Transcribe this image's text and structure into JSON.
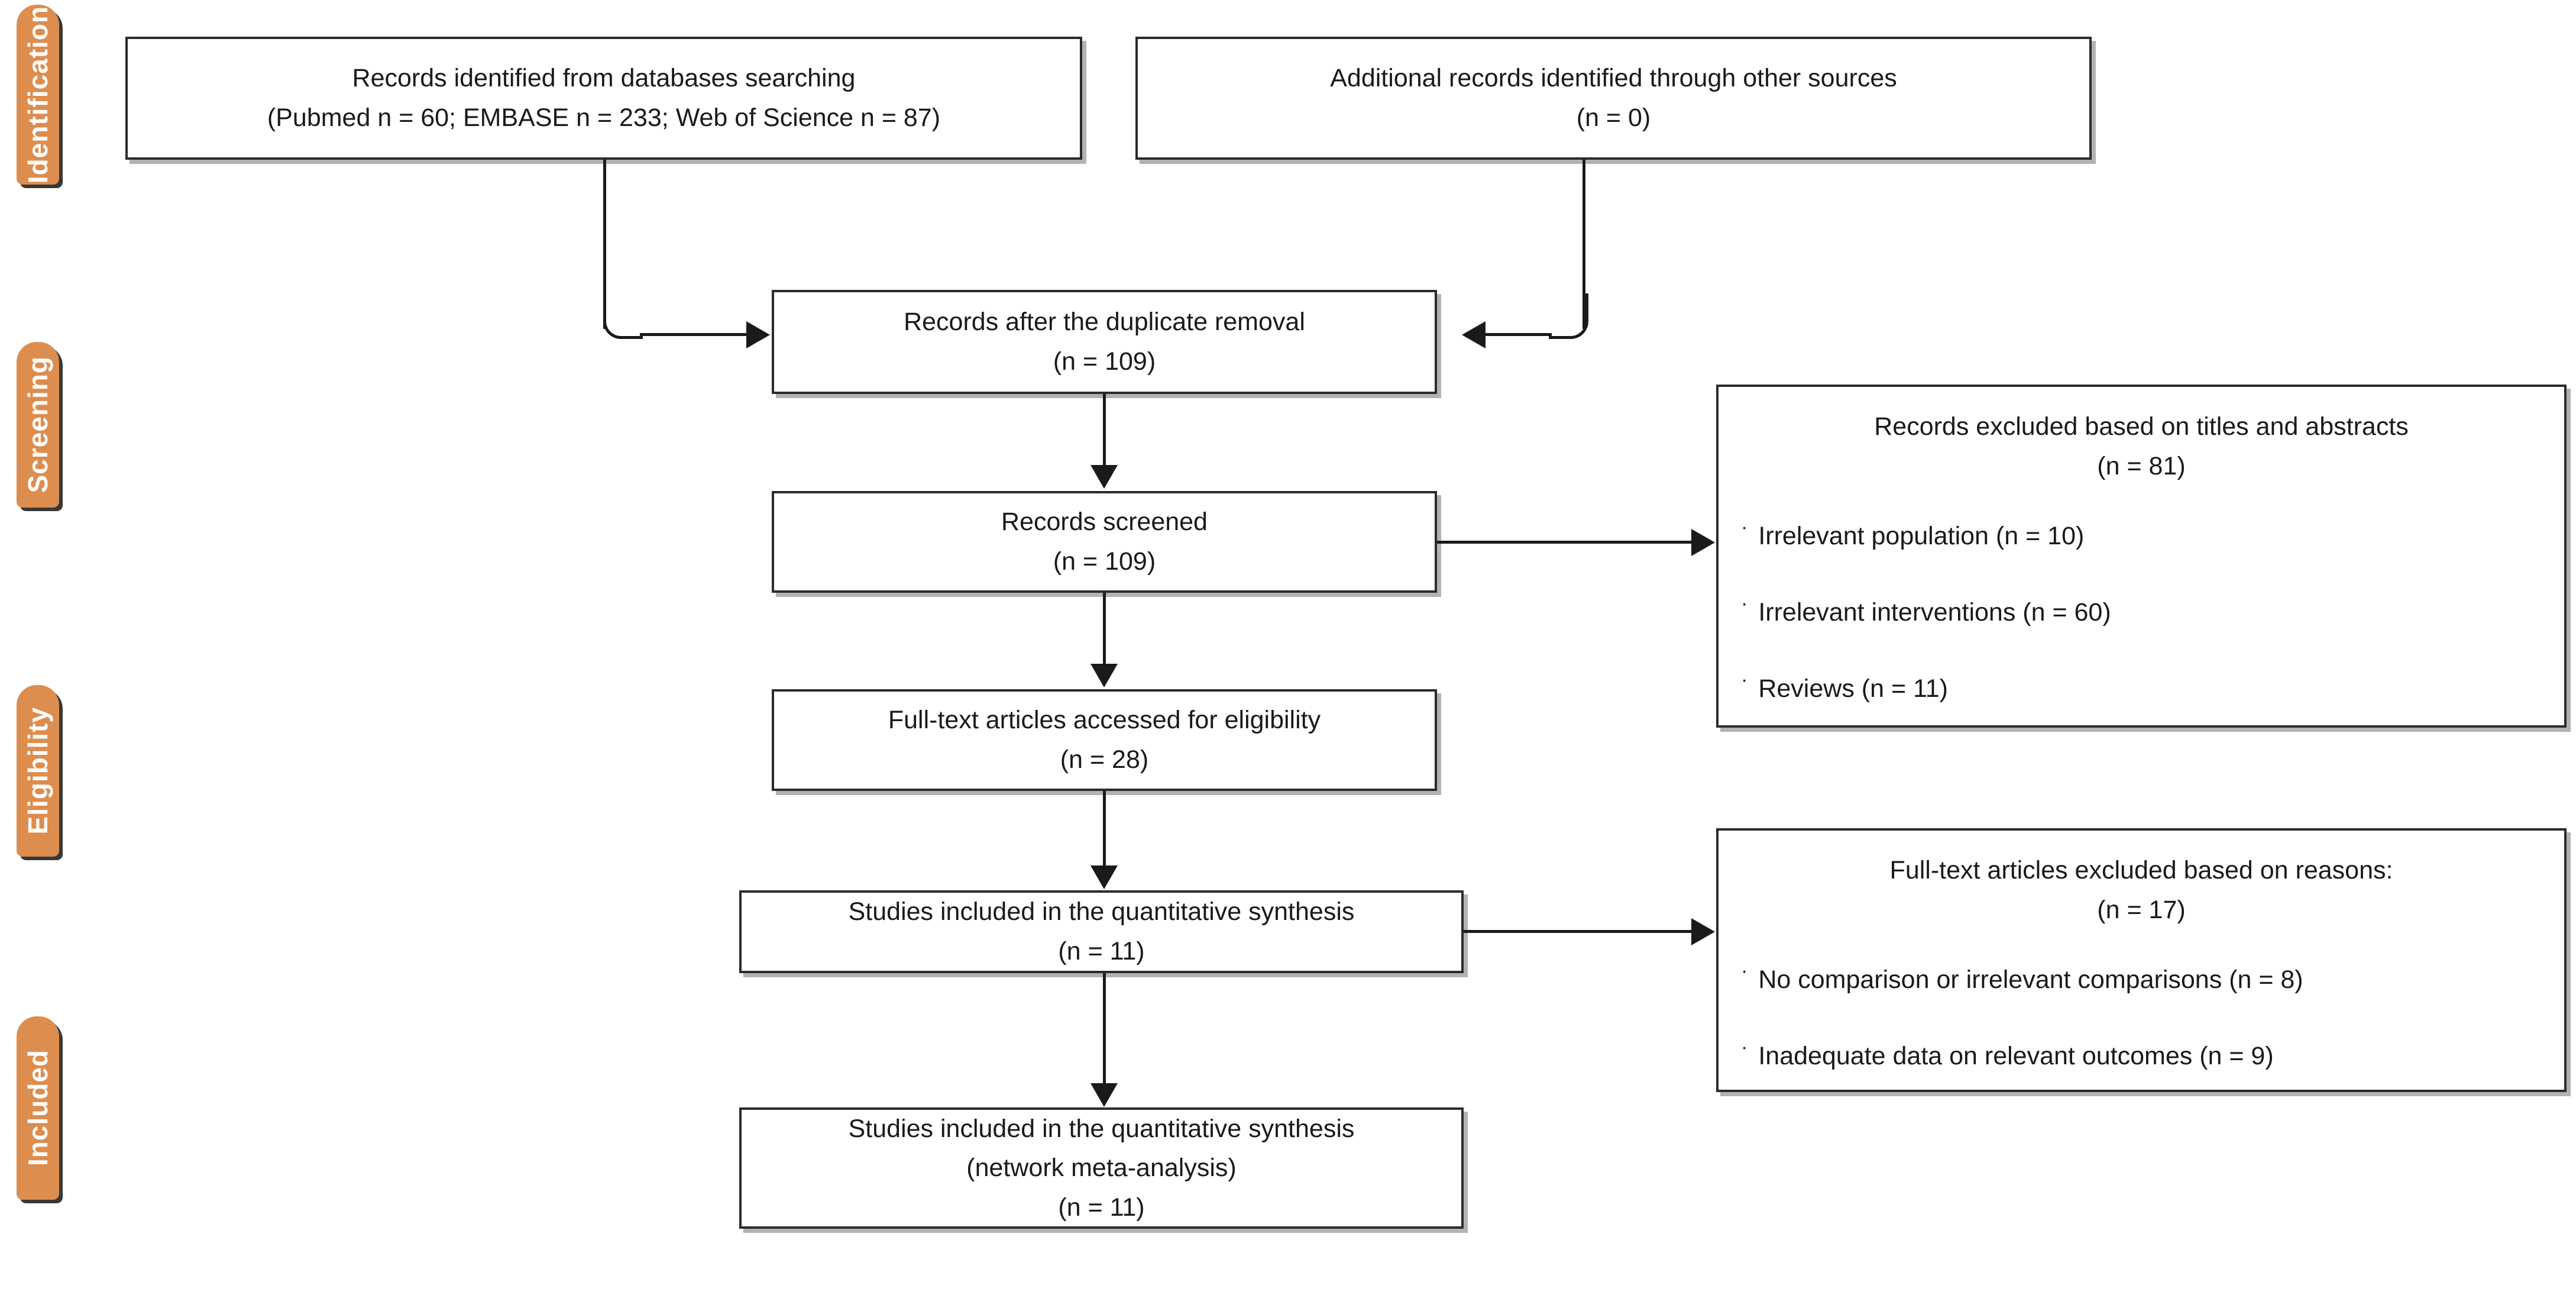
{
  "diagram": {
    "title": "PRISMA study selection flow diagram",
    "accent_color": "#DD8D4E",
    "line_color": "#1a1a1a",
    "box_fill": "#ffffff"
  },
  "stages": [
    {
      "id": "identification",
      "label": "Identification"
    },
    {
      "id": "screening",
      "label": "Screening"
    },
    {
      "id": "eligibility",
      "label": "Eligibility"
    },
    {
      "id": "included",
      "label": "Included"
    }
  ],
  "boxes": {
    "databases": {
      "line1": "Records identified from databases searching",
      "line2": "(Pubmed n = 60; EMBASE n = 233; Web of Science n = 87)"
    },
    "other_sources": {
      "line1": "Additional records identified through other sources",
      "line2": "(n = 0)"
    },
    "after_duplicates": {
      "line1": "Records after the duplicate removal",
      "line2": "(n = 109)"
    },
    "screened": {
      "line1": "Records screened",
      "line2": "(n = 109)"
    },
    "fulltext_assessed": {
      "line1": "Full-text articles accessed for eligibility",
      "line2": "(n = 28)"
    },
    "quantitative_synthesis": {
      "line1": "Studies included in the quantitative synthesis",
      "line2": "(n = 11)"
    },
    "network_meta": {
      "line1": "Studies included in the quantitative synthesis",
      "line2": "(network meta-analysis)",
      "line3": "(n = 11)"
    },
    "excluded_titles": {
      "line1": "Records excluded based on titles and abstracts",
      "line2": "(n = 81)",
      "bullet_marker": "·",
      "bullets": [
        "Irrelevant population (n = 10)",
        "Irrelevant interventions (n = 60)",
        "Reviews (n = 11)"
      ]
    },
    "excluded_fulltext": {
      "line1": "Full-text articles excluded based on reasons:",
      "line2": "(n = 17)",
      "bullet_marker": "·",
      "bullets": [
        "No comparison or irrelevant comparisons (n = 8)",
        "Inadequate data on relevant outcomes (n = 9)"
      ]
    }
  },
  "counts": {
    "pubmed": 60,
    "embase": 233,
    "web_of_science": 87,
    "other_sources": 0,
    "after_duplicates": 109,
    "screened": 109,
    "excluded_titles_abstracts": 81,
    "irrelevant_population": 10,
    "irrelevant_interventions": 60,
    "reviews": 11,
    "fulltext_assessed": 28,
    "fulltext_excluded": 17,
    "no_or_irrelevant_comparisons": 8,
    "inadequate_data": 9,
    "included_quantitative": 11,
    "included_network_meta": 11
  }
}
